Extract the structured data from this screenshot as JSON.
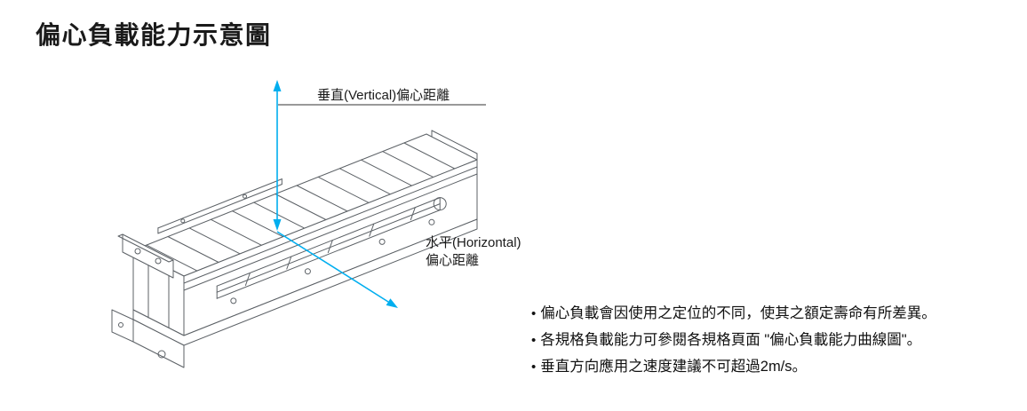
{
  "title": "偏心負載能力示意圖",
  "colors": {
    "accent": "#00AEEF",
    "line": "#5c6166",
    "text": "#1a1a1a"
  },
  "diagram": {
    "vertical_label": "垂直(Vertical)偏心距離",
    "horizontal_label_line1": "水平(Horizontal)",
    "horizontal_label_line2": "偏心距離"
  },
  "notes": {
    "bullet": "•",
    "items": [
      "偏心負載會因使用之定位的不同，使其之額定壽命有所差異。",
      "各規格負載能力可參閱各規格頁面 \"偏心負載能力曲線圖\"。",
      "垂直方向應用之速度建議不可超過2m/s。"
    ]
  }
}
